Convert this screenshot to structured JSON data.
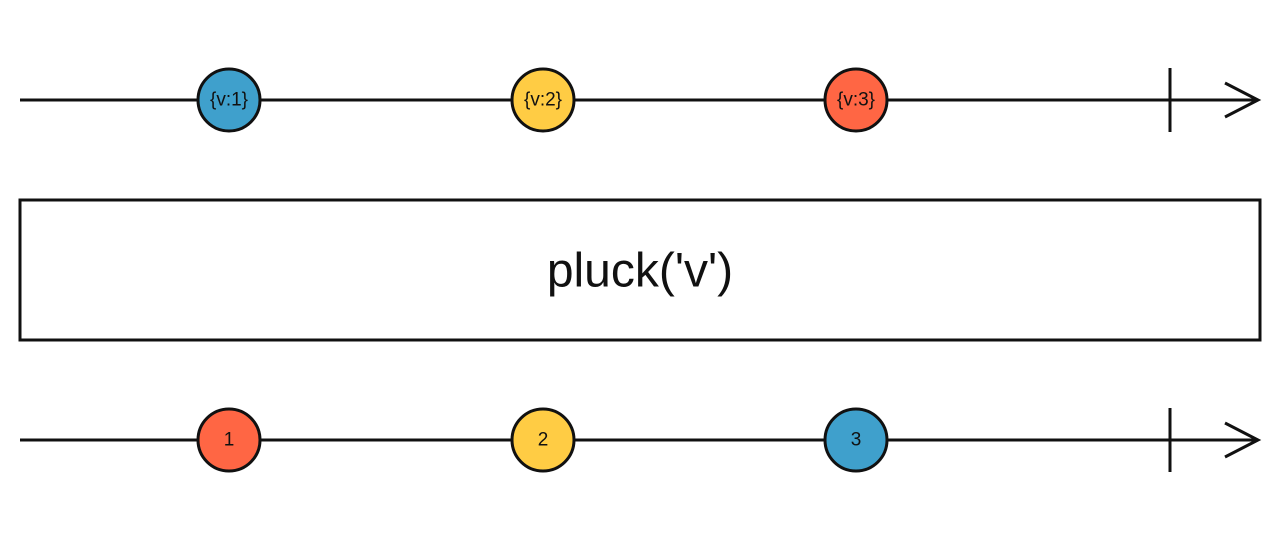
{
  "operator": {
    "label": "pluck('v')"
  },
  "input_stream": {
    "marbles": [
      {
        "label": "{v:1}",
        "color": "#3fa0cc"
      },
      {
        "label": "{v:2}",
        "color": "#ffcc44"
      },
      {
        "label": "{v:3}",
        "color": "#ff6644"
      }
    ],
    "completed": true
  },
  "output_stream": {
    "marbles": [
      {
        "label": "1",
        "color": "#ff6644"
      },
      {
        "label": "2",
        "color": "#ffcc44"
      },
      {
        "label": "3",
        "color": "#3fa0cc"
      }
    ],
    "completed": true
  }
}
